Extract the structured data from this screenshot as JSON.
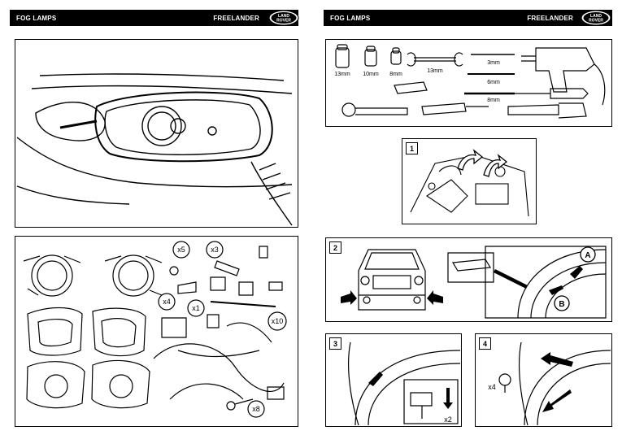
{
  "left_header": {
    "title": "FOG LAMPS",
    "model": "FREELANDER"
  },
  "right_header": {
    "title": "FOG LAMPS",
    "model": "FREELANDER"
  },
  "logo": {
    "line1": "LAND",
    "line2": "ROVER"
  },
  "tools": {
    "sockets": [
      "13mm",
      "10mm",
      "8mm"
    ],
    "spanner": "13mm",
    "drill_bits": [
      "3mm",
      "6mm",
      "8mm"
    ]
  },
  "kit_quantities": {
    "q1": "x5",
    "q2": "x3",
    "q3": "x4",
    "q4": "x1",
    "q5": "x10",
    "q6": "x8"
  },
  "steps": {
    "s1": "1",
    "s2": "2",
    "s3": "3",
    "s4": "4",
    "callout_a": "A",
    "callout_b": "B",
    "qty_x2": "x2",
    "qty_x4": "x4"
  },
  "colors": {
    "header_bg": "#000000",
    "header_text": "#ffffff",
    "line": "#000000"
  }
}
